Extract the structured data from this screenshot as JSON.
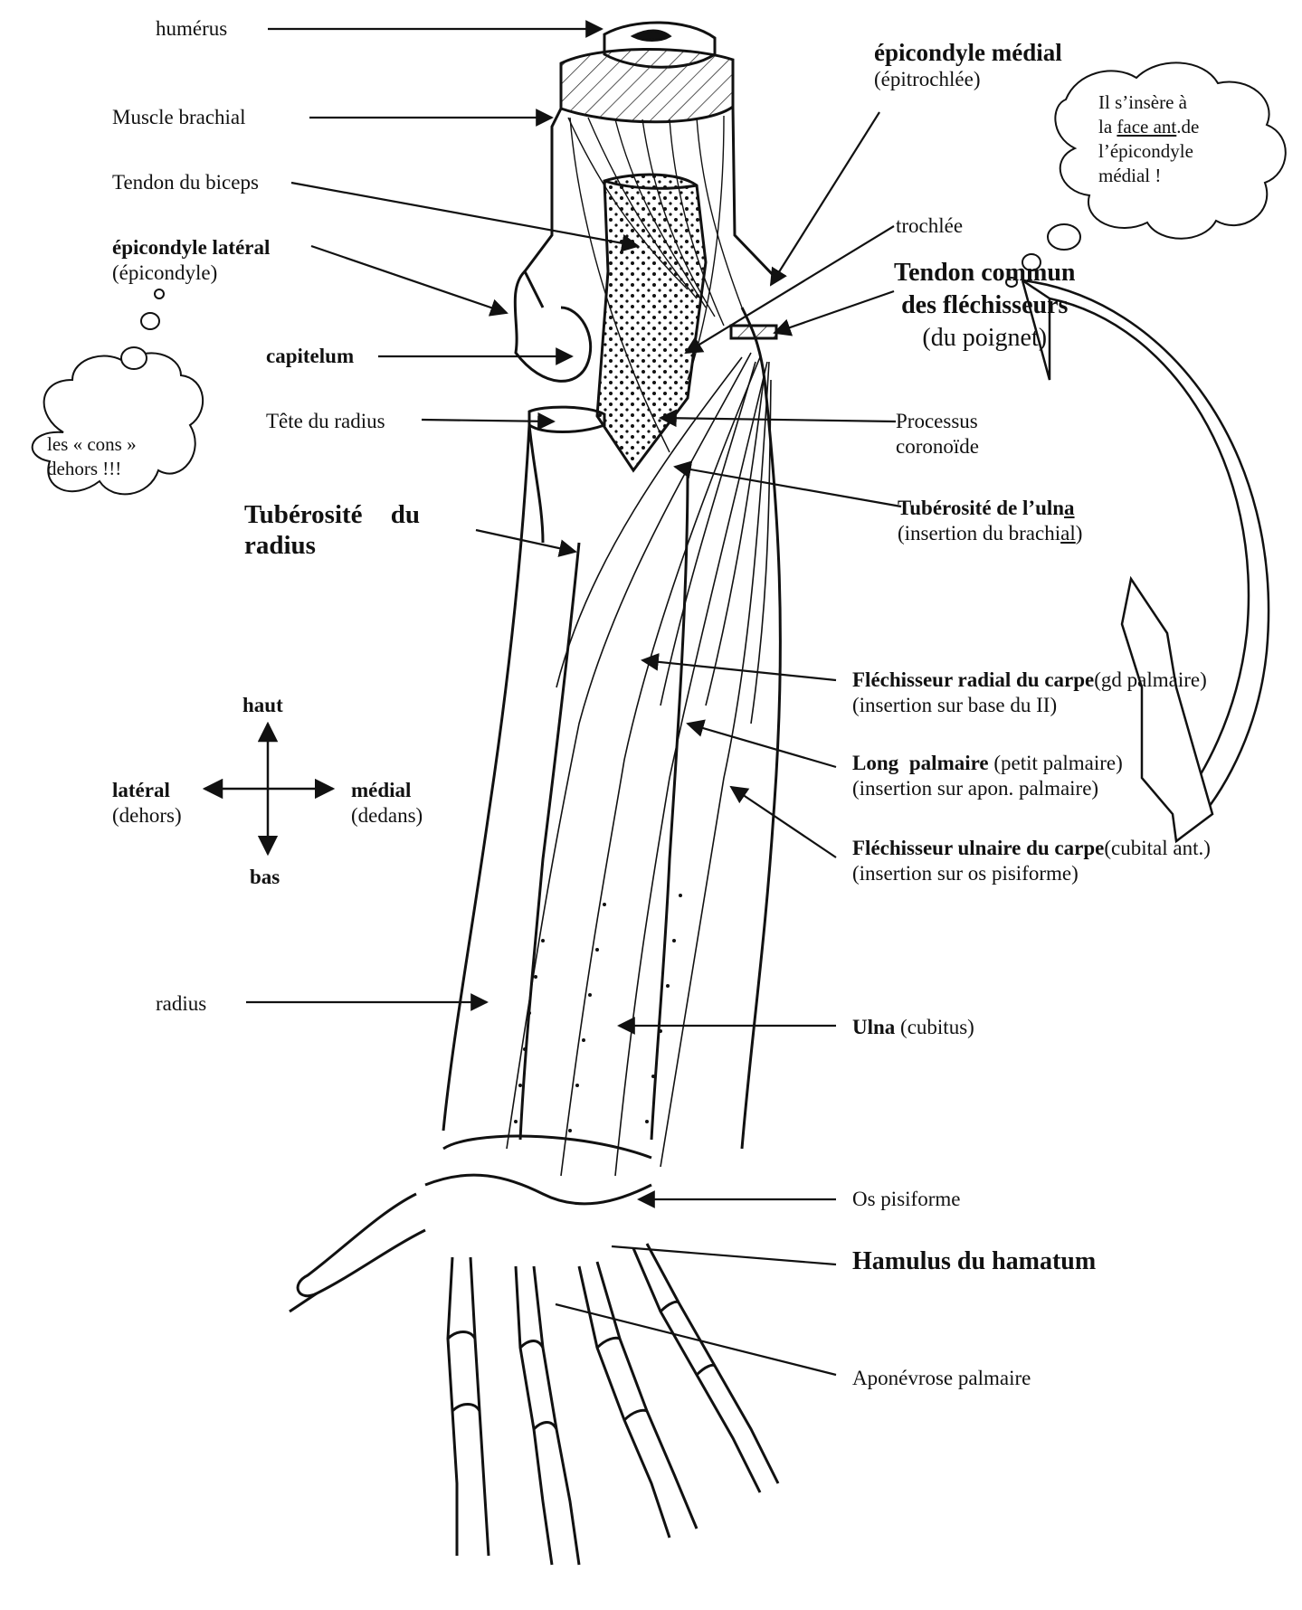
{
  "labels": {
    "humerus": "humérus",
    "muscle_brachial": "Muscle brachial",
    "tendon_biceps": "Tendon du biceps",
    "epicondyle_lateral": "épicondyle latéral",
    "epicondyle_lateral_alt": "(épicondyle)",
    "capitelum": "capitelum",
    "tete_radius": "Tête du radius",
    "tuberosite_radius_1": "Tubérosité du",
    "tuberosite_radius_2": "radius",
    "radius": "radius",
    "epicondyle_medial": "épicondyle médial",
    "epicondyle_medial_alt": "(épitrochlée)",
    "trochlee": "trochlée",
    "tendon_commun_1": "Tendon commun",
    "tendon_commun_2": "des fléchisseurs",
    "tendon_commun_3": "(du poignet)",
    "processus_1": "Processus",
    "processus_2": "coronoïde",
    "tuberosite_ulna_a": "Tubérosité de l’uln",
    "tuberosite_ulna_b": "a",
    "tuberosite_ulna_sub_a": "(insertion du brachi",
    "tuberosite_ulna_sub_b": "al",
    "tuberosite_ulna_sub_c": ")",
    "flechisseur_radial_bold": "Fléchisseur radial du carpe",
    "flechisseur_radial_alt": "(gd palmaire)",
    "flechisseur_radial_sub": "(insertion sur base du II)",
    "long_palmaire_bold": "Long palmaire",
    "long_palmaire_alt": " (petit palmaire)",
    "long_palmaire_sub": "(insertion sur apon. palmaire)",
    "flechisseur_ulnaire_bold": "Fléchisseur ulnaire du carpe",
    "flechisseur_ulnaire_alt": "(cubital ant.)",
    "flechisseur_ulnaire_sub": "(insertion sur os pisiforme)",
    "ulna_bold": "Ulna",
    "ulna_alt": " (cubitus)",
    "os_pisiforme": "Os pisiforme",
    "hamulus": "Hamulus du hamatum",
    "aponevrose": "Aponévrose palmaire"
  },
  "compass": {
    "haut": "haut",
    "bas": "bas",
    "lateral": "latéral",
    "lateral_alt": "(dehors)",
    "medial": "médial",
    "medial_alt": "(dedans)"
  },
  "clouds": {
    "left_line1": "les « cons »",
    "left_line2": "dehors !!!",
    "right_line1": "Il s’insère à",
    "right_line2a": "la ",
    "right_line2b": "face ant",
    "right_line2c": ".de",
    "right_line3": "l’épicondyle",
    "right_line4": "médial !"
  }
}
